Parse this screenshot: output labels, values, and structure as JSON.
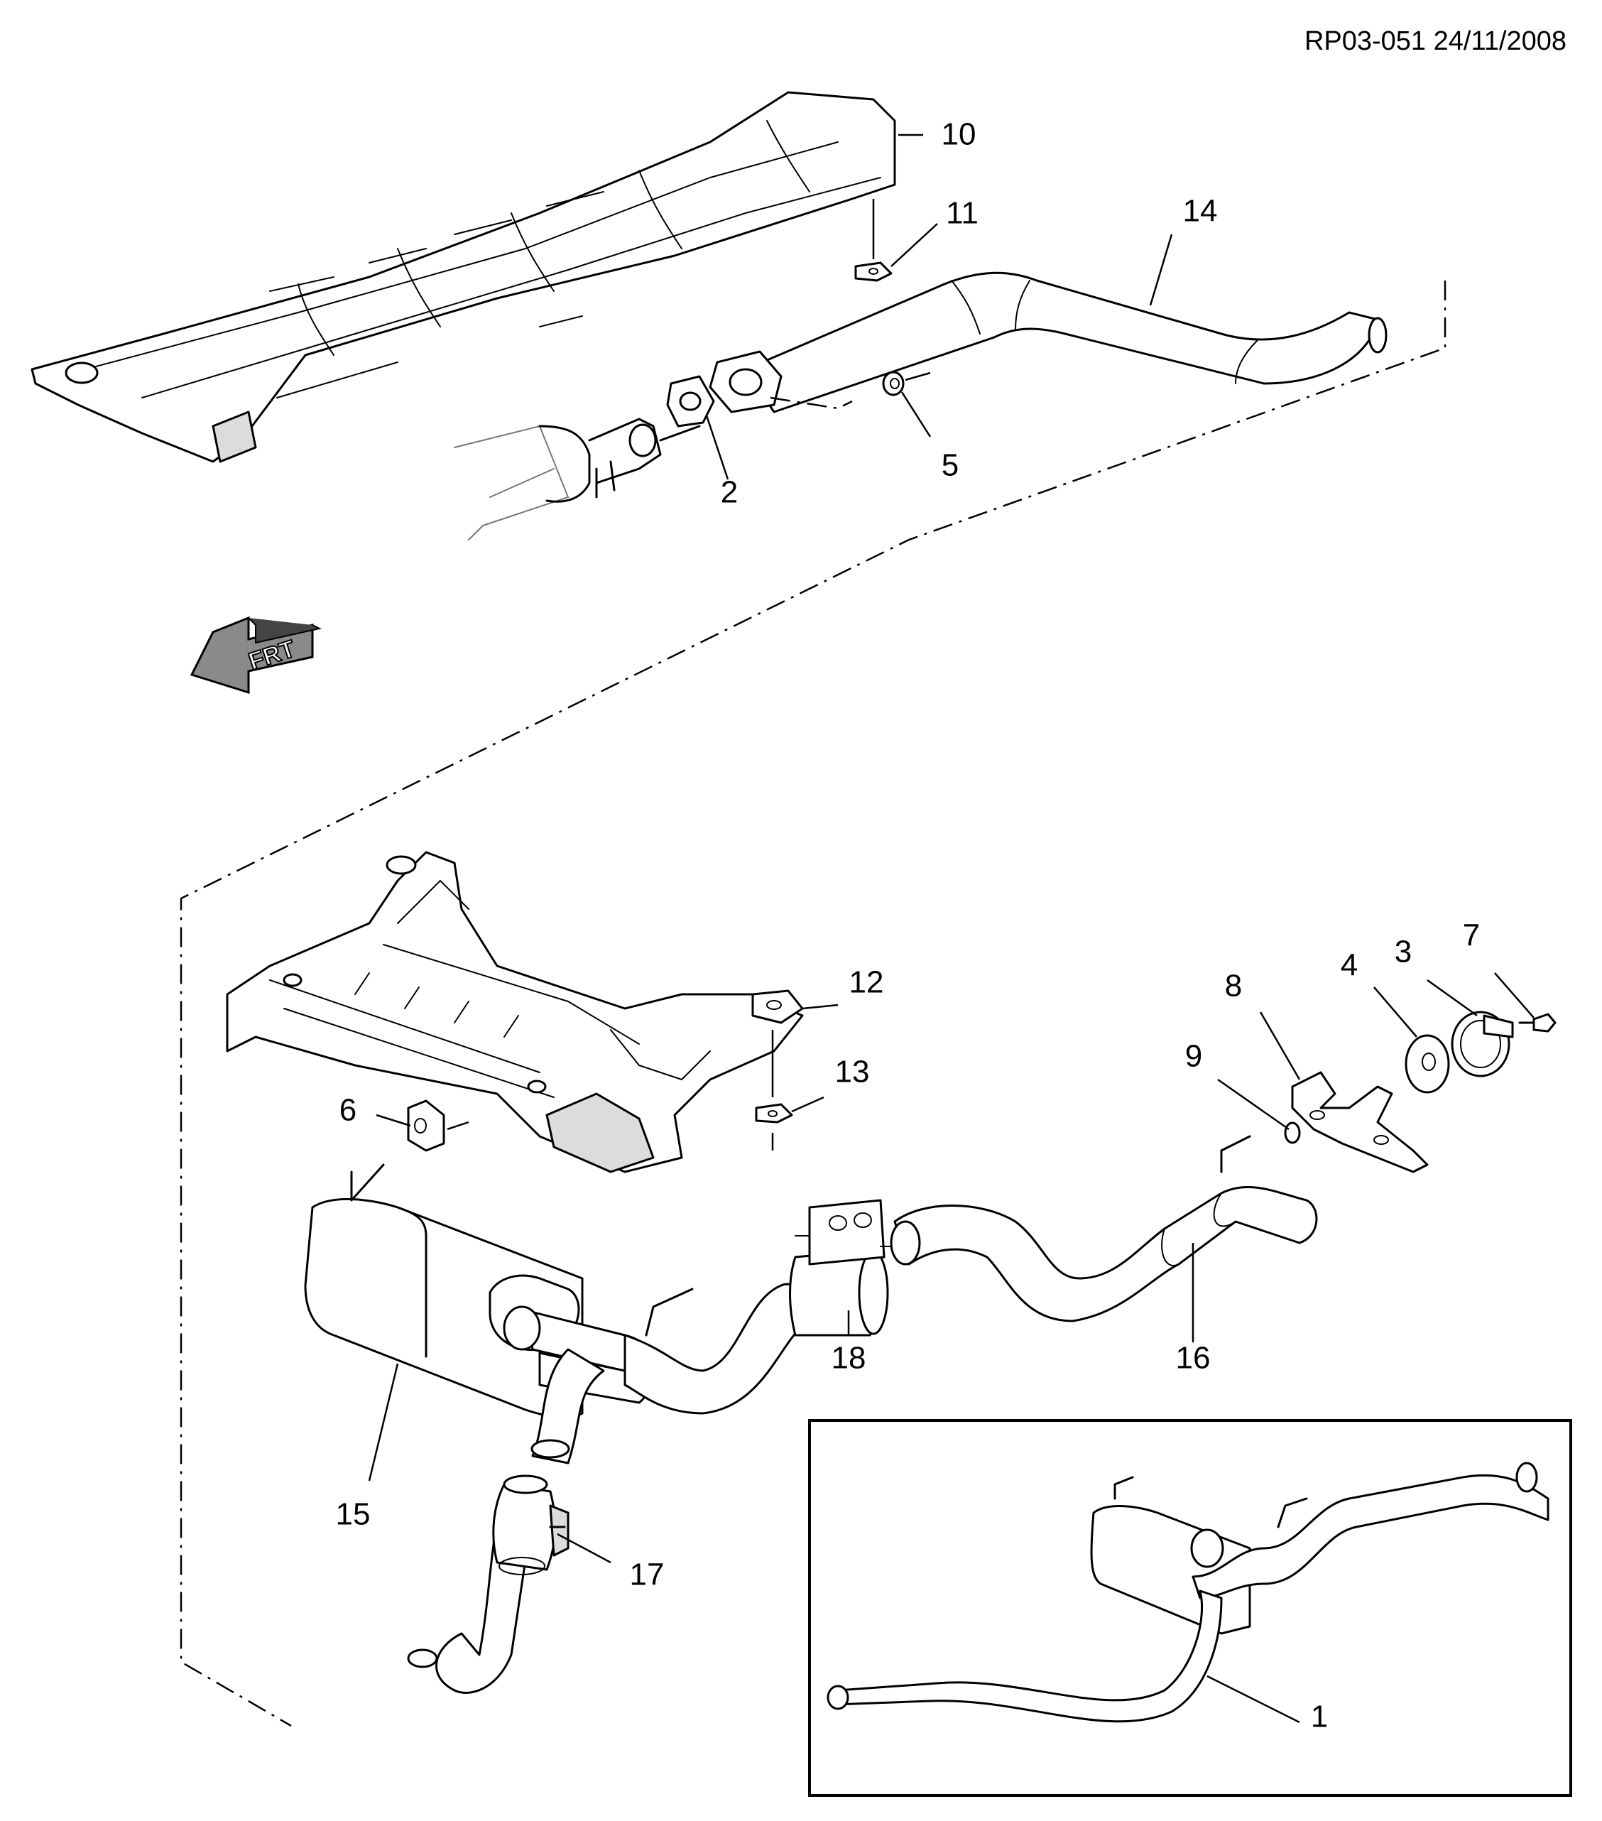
{
  "header": {
    "reference": "RP03-051 24/11/2008"
  },
  "direction_indicator": {
    "label": "FRT",
    "icon": "front-direction-arrow-icon"
  },
  "callouts": [
    {
      "id": "1",
      "label": "1"
    },
    {
      "id": "2",
      "label": "2"
    },
    {
      "id": "3",
      "label": "3"
    },
    {
      "id": "4",
      "label": "4"
    },
    {
      "id": "5",
      "label": "5"
    },
    {
      "id": "6",
      "label": "6"
    },
    {
      "id": "7",
      "label": "7"
    },
    {
      "id": "8",
      "label": "8"
    },
    {
      "id": "9",
      "label": "9"
    },
    {
      "id": "10",
      "label": "10"
    },
    {
      "id": "11",
      "label": "11"
    },
    {
      "id": "12",
      "label": "12"
    },
    {
      "id": "13",
      "label": "13"
    },
    {
      "id": "14",
      "label": "14"
    },
    {
      "id": "15",
      "label": "15"
    },
    {
      "id": "16",
      "label": "16"
    },
    {
      "id": "17",
      "label": "17"
    },
    {
      "id": "18",
      "label": "18"
    }
  ],
  "parts": [
    {
      "icon": "heat-shield-icon"
    },
    {
      "icon": "catalytic-converter-icon"
    },
    {
      "icon": "front-pipe-icon"
    },
    {
      "icon": "gasket-icon"
    },
    {
      "icon": "nut-icon"
    },
    {
      "icon": "crossmember-icon"
    },
    {
      "icon": "rubber-hanger-icon"
    },
    {
      "icon": "muffler-icon"
    },
    {
      "icon": "intermediate-pipe-icon"
    },
    {
      "icon": "tail-pipe-icon"
    },
    {
      "icon": "clamp-icon"
    },
    {
      "icon": "bracket-icon"
    },
    {
      "icon": "insulator-icon"
    },
    {
      "icon": "bolt-icon"
    },
    {
      "icon": "exhaust-assembly-icon"
    }
  ]
}
